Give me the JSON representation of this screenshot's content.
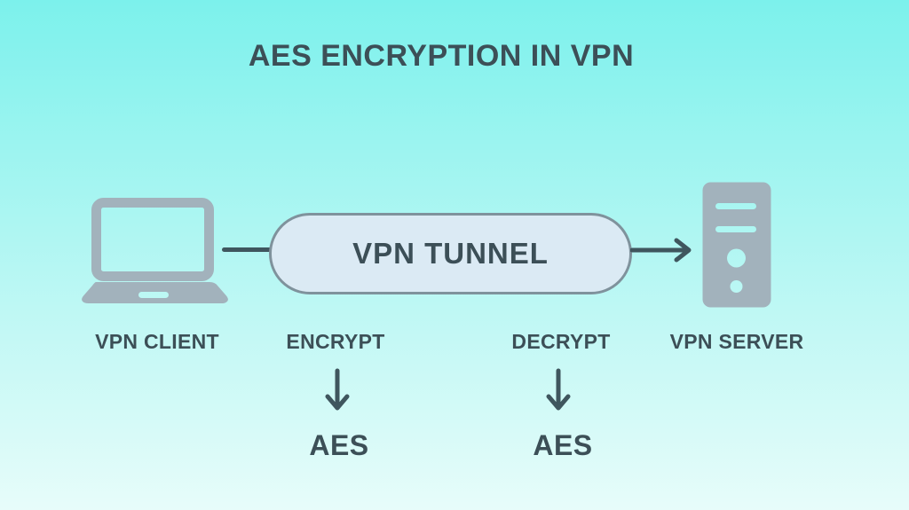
{
  "title": "AES ENCRYPTION IN VPN",
  "diagram": {
    "client": {
      "label": "VPN CLIENT",
      "icon": "laptop-icon"
    },
    "tunnel": {
      "label": "VPN TUNNEL"
    },
    "server": {
      "label": "VPN SERVER",
      "icon": "server-icon"
    },
    "flows": {
      "encrypt": {
        "label": "ENCRYPT",
        "algorithm": "AES"
      },
      "decrypt": {
        "label": "DECRYPT",
        "algorithm": "AES"
      }
    }
  },
  "colors": {
    "bg_top": "#7cf1ec",
    "bg_mid": "#aef6f2",
    "bg_bottom": "#e7fcfa",
    "text_dark": "#3c4f57",
    "icon_gray": "#a2b2bc",
    "tunnel_fill": "#dbeaf4",
    "tunnel_border": "#7f929c",
    "line": "#3f565e"
  }
}
